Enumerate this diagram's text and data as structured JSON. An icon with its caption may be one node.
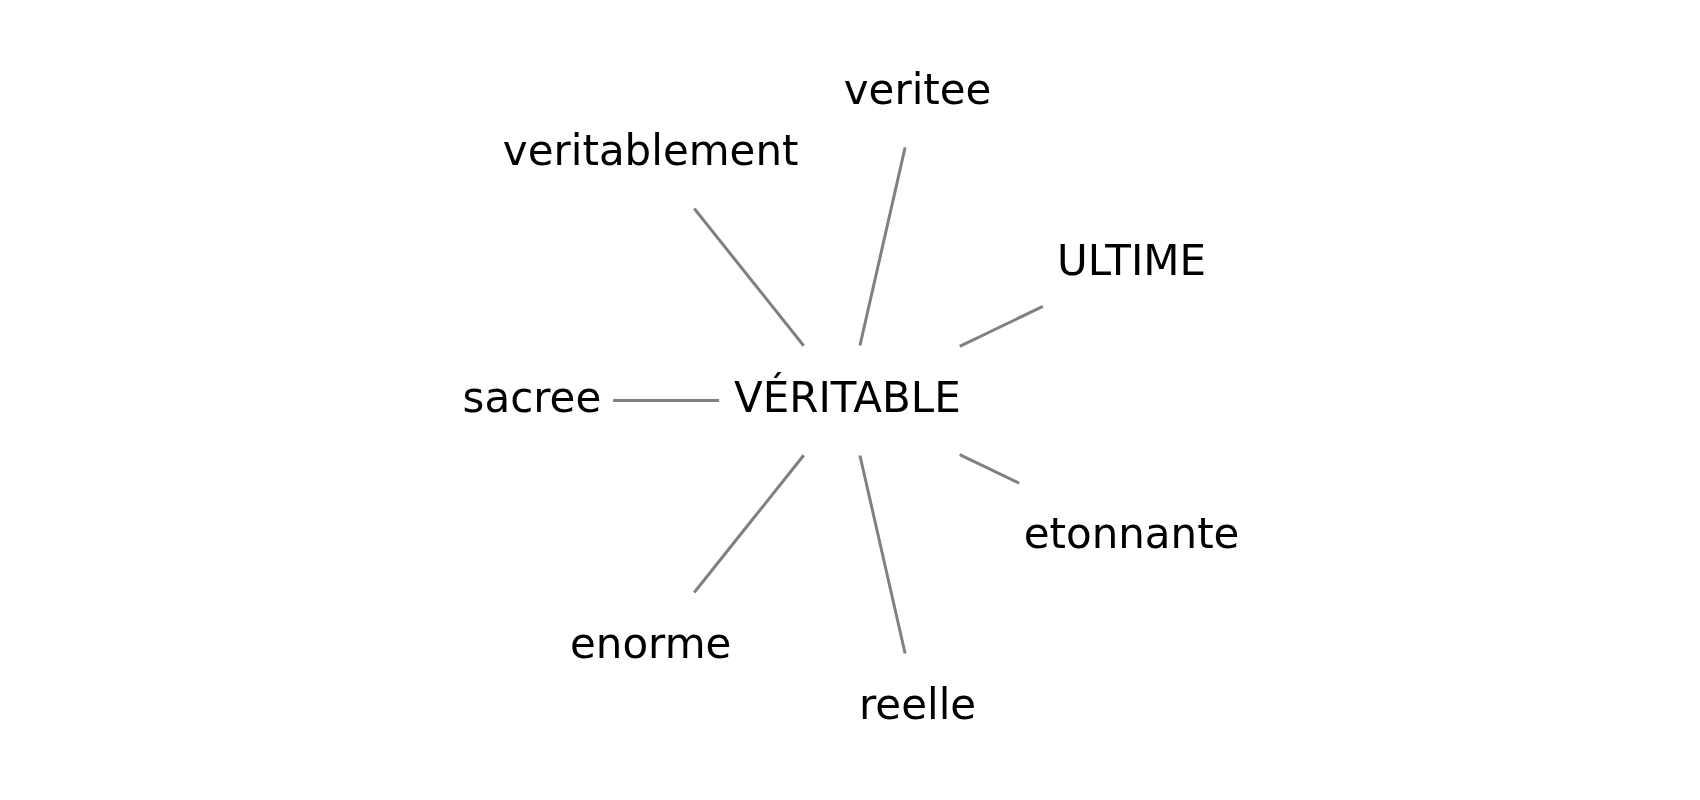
{
  "diagram": {
    "nodes": [
      {
        "text": [
          "ULTIME"
        ]
      },
      {
        "text": [
          "veritee"
        ]
      },
      {
        "text": [
          "veritablement"
        ]
      },
      {
        "text": [
          "sacree"
        ]
      },
      {
        "text": [
          "VÉRITABLE"
        ]
      },
      {
        "text": [
          "enorme"
        ]
      },
      {
        "text": [
          "reelle"
        ]
      },
      {
        "text": [
          "etonnante"
        ]
      }
    ],
    "edges": [
      {
        "from": 4,
        "to": 1,
        "arrow": "none"
      },
      {
        "from": 4,
        "to": 0,
        "arrow": "none"
      },
      {
        "from": 4,
        "to": 2,
        "arrow": "none"
      },
      {
        "from": 4,
        "to": 5,
        "arrow": "none"
      },
      {
        "from": 4,
        "to": 7,
        "arrow": "none"
      },
      {
        "from": 4,
        "to": 6,
        "arrow": "none"
      },
      {
        "from": 4,
        "to": 3,
        "arrow": "none"
      }
    ]
  }
}
